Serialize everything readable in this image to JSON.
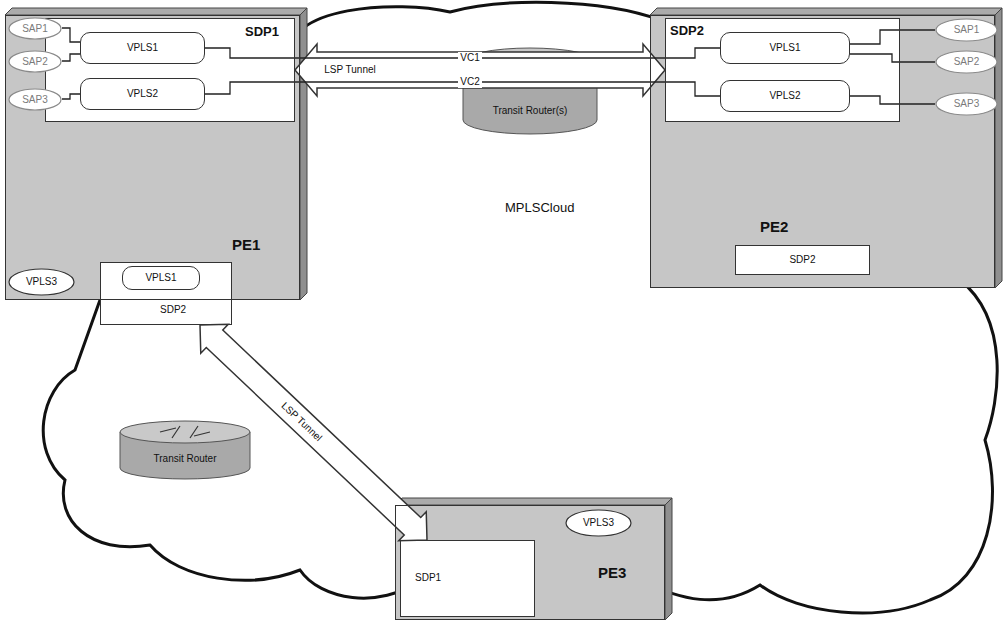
{
  "diagram": {
    "nodes": [
      {
        "text": [
          "PE1"
        ]
      },
      {
        "text": [
          "SDP1"
        ],
        "in": 0
      },
      {
        "text": [
          "VPLS1"
        ],
        "in": 1
      },
      {
        "text": [
          "VPLS2"
        ],
        "in": 1
      },
      {
        "text": [
          "SAP1"
        ],
        "in": 0
      },
      {
        "text": [
          "SAP2"
        ],
        "in": 0
      },
      {
        "text": [
          "SAP3"
        ],
        "in": 0
      },
      {
        "text": [
          "VPLS3"
        ],
        "in": 0
      },
      {
        "text": [
          "SDP2"
        ],
        "in": 0
      },
      {
        "text": [
          "VPLS1"
        ],
        "in": 8
      },
      {
        "text": [
          "Transit Router(s)"
        ]
      },
      {
        "text": [
          "PE2"
        ]
      },
      {
        "text": [
          "SDP2"
        ],
        "in": 11
      },
      {
        "text": [
          "VPLS1"
        ],
        "in": 12
      },
      {
        "text": [
          "VPLS2"
        ],
        "in": 12
      },
      {
        "text": [
          "SAP1"
        ],
        "in": 11
      },
      {
        "text": [
          "SAP2"
        ],
        "in": 11
      },
      {
        "text": [
          "SAP3"
        ],
        "in": 11
      },
      {
        "text": [
          "SDP2"
        ],
        "in": 11
      },
      {
        "text": [
          "Transit Router"
        ]
      },
      {
        "text": [
          "PE3"
        ]
      },
      {
        "text": [
          "VPLS3"
        ],
        "in": 20
      },
      {
        "text": [
          "SDP1"
        ],
        "in": 20
      }
    ],
    "edges": [
      {
        "from": 1,
        "to": 12,
        "arrow": "both",
        "label": "LSP Tunnel"
      },
      {
        "from": 2,
        "to": 13,
        "arrow": "none",
        "label": "VC1"
      },
      {
        "from": 3,
        "to": 14,
        "arrow": "none",
        "label": "VC2"
      },
      {
        "from": 4,
        "to": 2,
        "arrow": "none"
      },
      {
        "from": 5,
        "to": 2,
        "arrow": "none"
      },
      {
        "from": 6,
        "to": 3,
        "arrow": "none"
      },
      {
        "from": 13,
        "to": 15,
        "arrow": "none"
      },
      {
        "from": 13,
        "to": 16,
        "arrow": "none"
      },
      {
        "from": 14,
        "to": 17,
        "arrow": "none"
      },
      {
        "from": 8,
        "to": 22,
        "arrow": "both",
        "label": "LSP Tunnel"
      }
    ],
    "labels": [
      "MPLSCloud"
    ]
  }
}
